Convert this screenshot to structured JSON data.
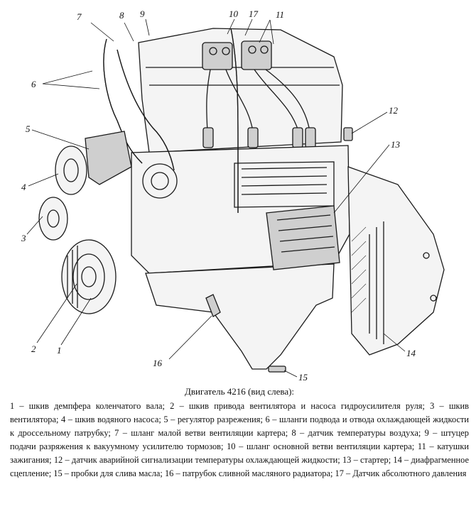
{
  "callouts": {
    "c1": "1",
    "c2": "2",
    "c3": "3",
    "c4": "4",
    "c5": "5",
    "c6": "6",
    "c7": "7",
    "c8": "8",
    "c9": "9",
    "c10": "10",
    "c11": "11",
    "c12": "12",
    "c13": "13",
    "c14": "14",
    "c15": "15",
    "c16": "16",
    "c17": "17"
  },
  "caption": {
    "title": "Двигатель 4216 (вид слева):",
    "body": "1 – шкив демпфера коленчатого вала; 2 – шкив привода вентилятора и насоса гидроусилителя руля; 3 – шкив вентилятора; 4 – шкив водяного насоса; 5 – регулятор разрежения; 6 – шланги подвода и отвода охлаждающей жидкости к дроссельному патрубку; 7 – шланг малой ветви вентиляции картера; 8 – датчик температуры воздуха; 9 – штуцер подачи разряжения к вакуумному усилителю тормозов; 10 – шланг основной ветви вентиляции картера; 11 – катушки зажигания; 12 – датчик аварийной сигнализации температуры охлаждающей жидкости; 13 – стартер; 14 – диафрагменное сцепление; 15 – пробки для слива масла; 16 – патрубок сливной масляного радиатора; 17 – Датчик абсолютного давления"
  }
}
